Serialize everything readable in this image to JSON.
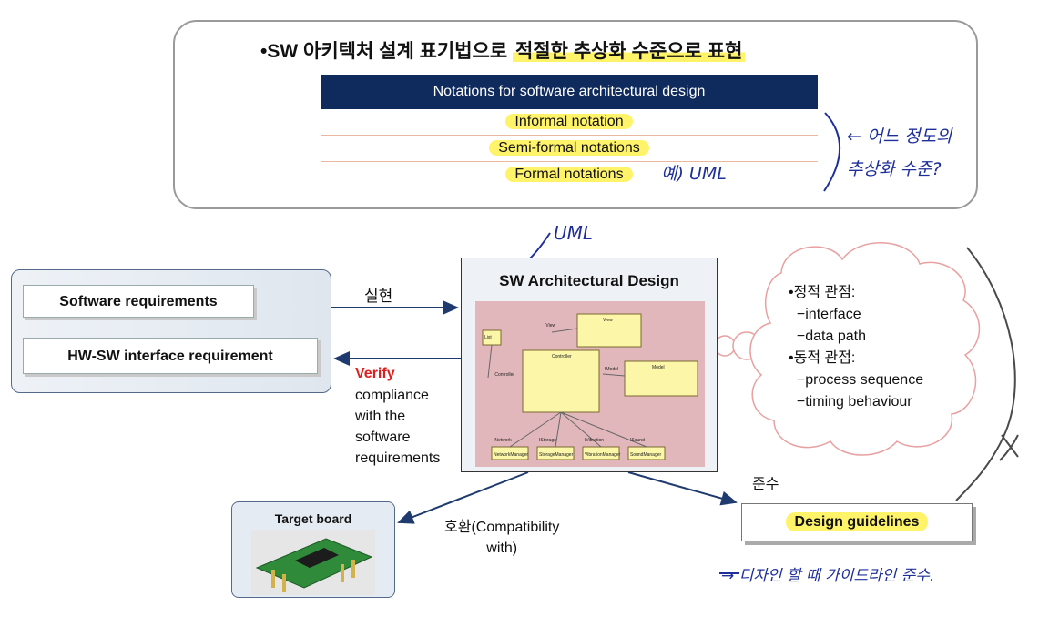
{
  "top_panel": {
    "heading_prefix": "•SW 아키텍처 설계 표기법으로 ",
    "heading_highlight": "적절한 추상화 수준으로 표현",
    "table_header": "Notations for software architectural design",
    "rows": [
      "Informal notation",
      "Semi-formal notations",
      "Formal notations"
    ],
    "annotation_example": "예) UML",
    "annotation_side": "← 어느 정도의\n추상화 수준?"
  },
  "requirements": {
    "items": [
      "Software requirements",
      "HW-SW interface requirement"
    ]
  },
  "arrows": {
    "implement_label": "실현",
    "verify_label": "Verify",
    "verify_text": "compliance\nwith the\nsoftware\nrequirements",
    "compat_label": "호환(Compatibility\nwith)",
    "comply_label": "준수"
  },
  "design": {
    "title": "SW Architectural Design",
    "annotation": "UML",
    "uml": {
      "classes": [
        "List",
        "Controller",
        "View",
        "Model",
        "NetworkManager",
        "StorageManager",
        "VibrationManager",
        "SoundManager"
      ],
      "interfaces": [
        "IView",
        "IController",
        "IModel",
        "INetwork",
        "IStorage",
        "IVibration",
        "ISound"
      ]
    }
  },
  "cloud": {
    "text": "•정적 관점:\n  −interface\n  −data path\n•동적 관점:\n  −process sequence\n  −timing behaviour"
  },
  "board": {
    "title": "Target board"
  },
  "guidelines": {
    "label": "Design guidelines",
    "annotation": "→ 디자인 할 때 가이드라인 준수."
  },
  "colors": {
    "table_header_bg": "#0f2a5c",
    "highlight": "#fff36a",
    "verify": "#e02020",
    "arrow": "#1f3a6e",
    "handwriting": "#1f2f9a"
  }
}
